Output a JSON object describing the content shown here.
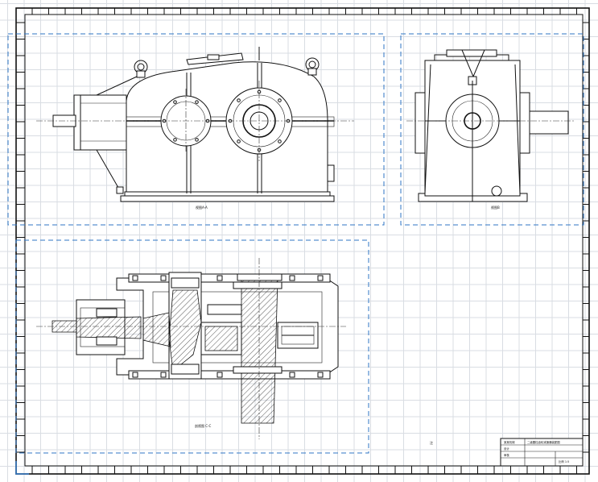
{
  "drawing": {
    "views": [
      {
        "id": "front-view",
        "label": "视图A-A"
      },
      {
        "id": "side-view",
        "label": "视图B"
      },
      {
        "id": "section-view",
        "label": "剖视图 C-C"
      }
    ],
    "title_block": {
      "company": "某某机械",
      "title": "二级圆柱齿轮减速器装配图",
      "row2": "设计",
      "row3": "审核",
      "row4": "比例 1:5"
    },
    "note": "注"
  },
  "colors": {
    "grid": "#d9dde3",
    "view_frame": "#2f76c4",
    "line": "#111111"
  }
}
